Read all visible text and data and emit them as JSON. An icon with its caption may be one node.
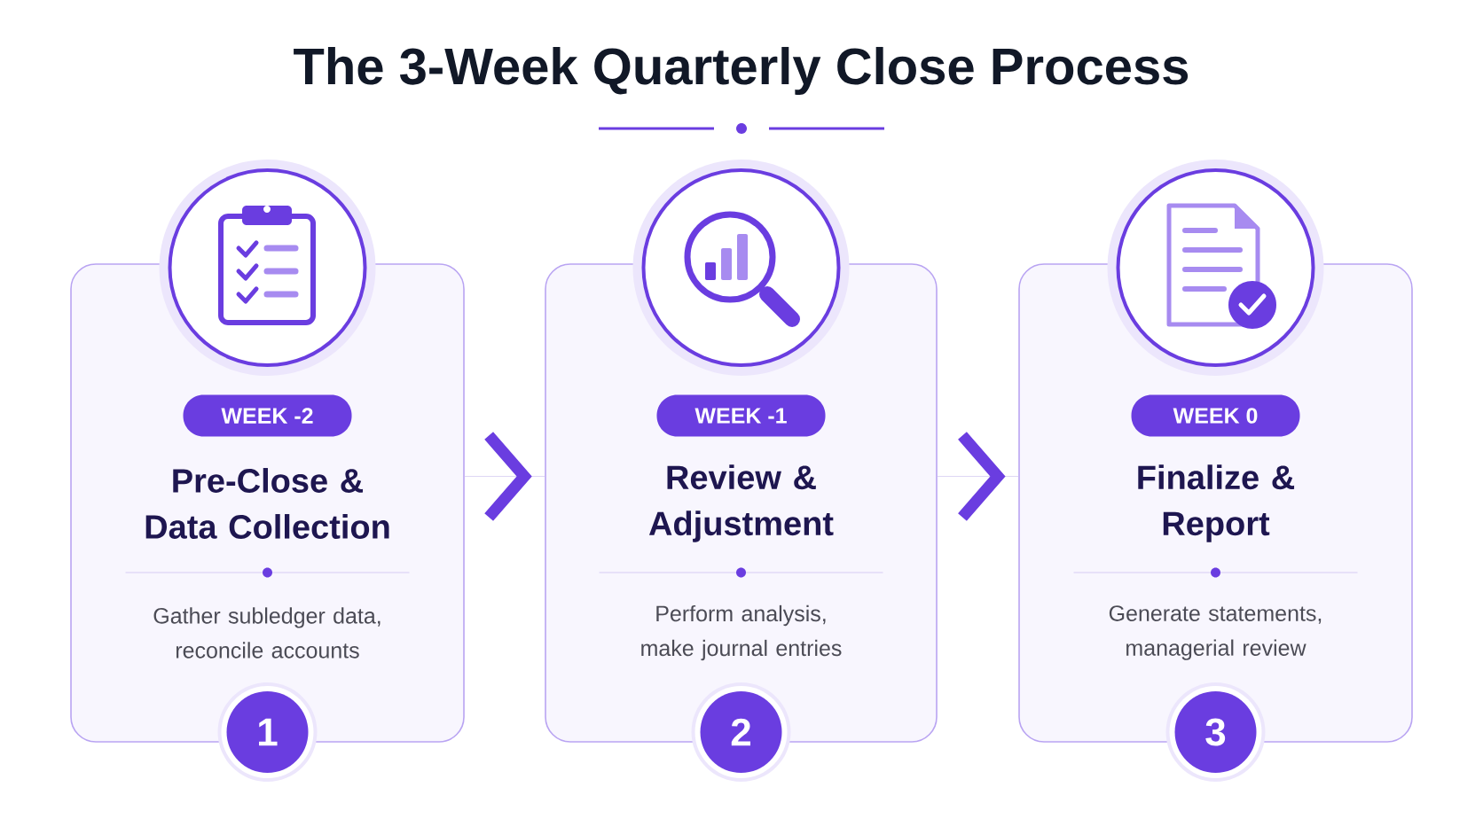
{
  "diagram": {
    "title": "The 3-Week Quarterly Close Process",
    "nodes": [
      {
        "text": [
          "WEEK -2",
          "Pre-Close & Data Collection",
          "Gather subledger data, reconcile accounts",
          "1"
        ]
      },
      {
        "text": [
          "WEEK -1",
          "Review & Adjustment",
          "Perform analysis, make journal entries",
          "2"
        ]
      },
      {
        "text": [
          "WEEK 0",
          "Finalize & Report",
          "Generate statements, managerial review",
          "3"
        ]
      }
    ],
    "edges": [
      {
        "from": 0,
        "to": 1,
        "arrow": "to"
      },
      {
        "from": 1,
        "to": 2,
        "arrow": "to"
      }
    ]
  }
}
